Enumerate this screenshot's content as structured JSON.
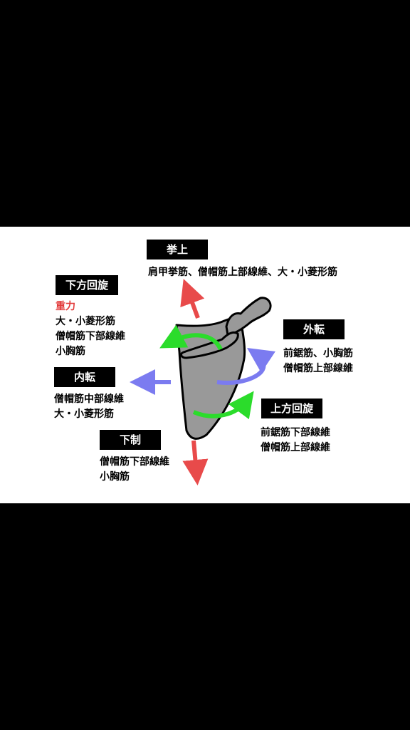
{
  "labels": {
    "elevation": {
      "title": "挙上",
      "muscles": [
        "肩甲挙筋、僧帽筋上部線維、大・小菱形筋"
      ]
    },
    "downward_rotation": {
      "title": "下方回旋",
      "gravity": "重力",
      "muscles": [
        "大・小菱形筋",
        "僧帽筋下部線維",
        "小胸筋"
      ]
    },
    "abduction": {
      "title": "外転",
      "muscles": [
        "前鋸筋、小胸筋",
        "僧帽筋上部線維"
      ]
    },
    "adduction": {
      "title": "内転",
      "muscles": [
        "僧帽筋中部線維",
        "大・小菱形筋"
      ]
    },
    "upward_rotation": {
      "title": "上方回旋",
      "muscles": [
        "前鋸筋下部線維",
        "僧帽筋上部線維"
      ]
    },
    "depression": {
      "title": "下制",
      "muscles": [
        "僧帽筋下部線維",
        "小胸筋"
      ]
    }
  },
  "colors": {
    "red_arrow": "#e84a4a",
    "green_arrow": "#2bdc2b",
    "blue_arrow": "#7b7bf0",
    "bone": "#999999"
  }
}
